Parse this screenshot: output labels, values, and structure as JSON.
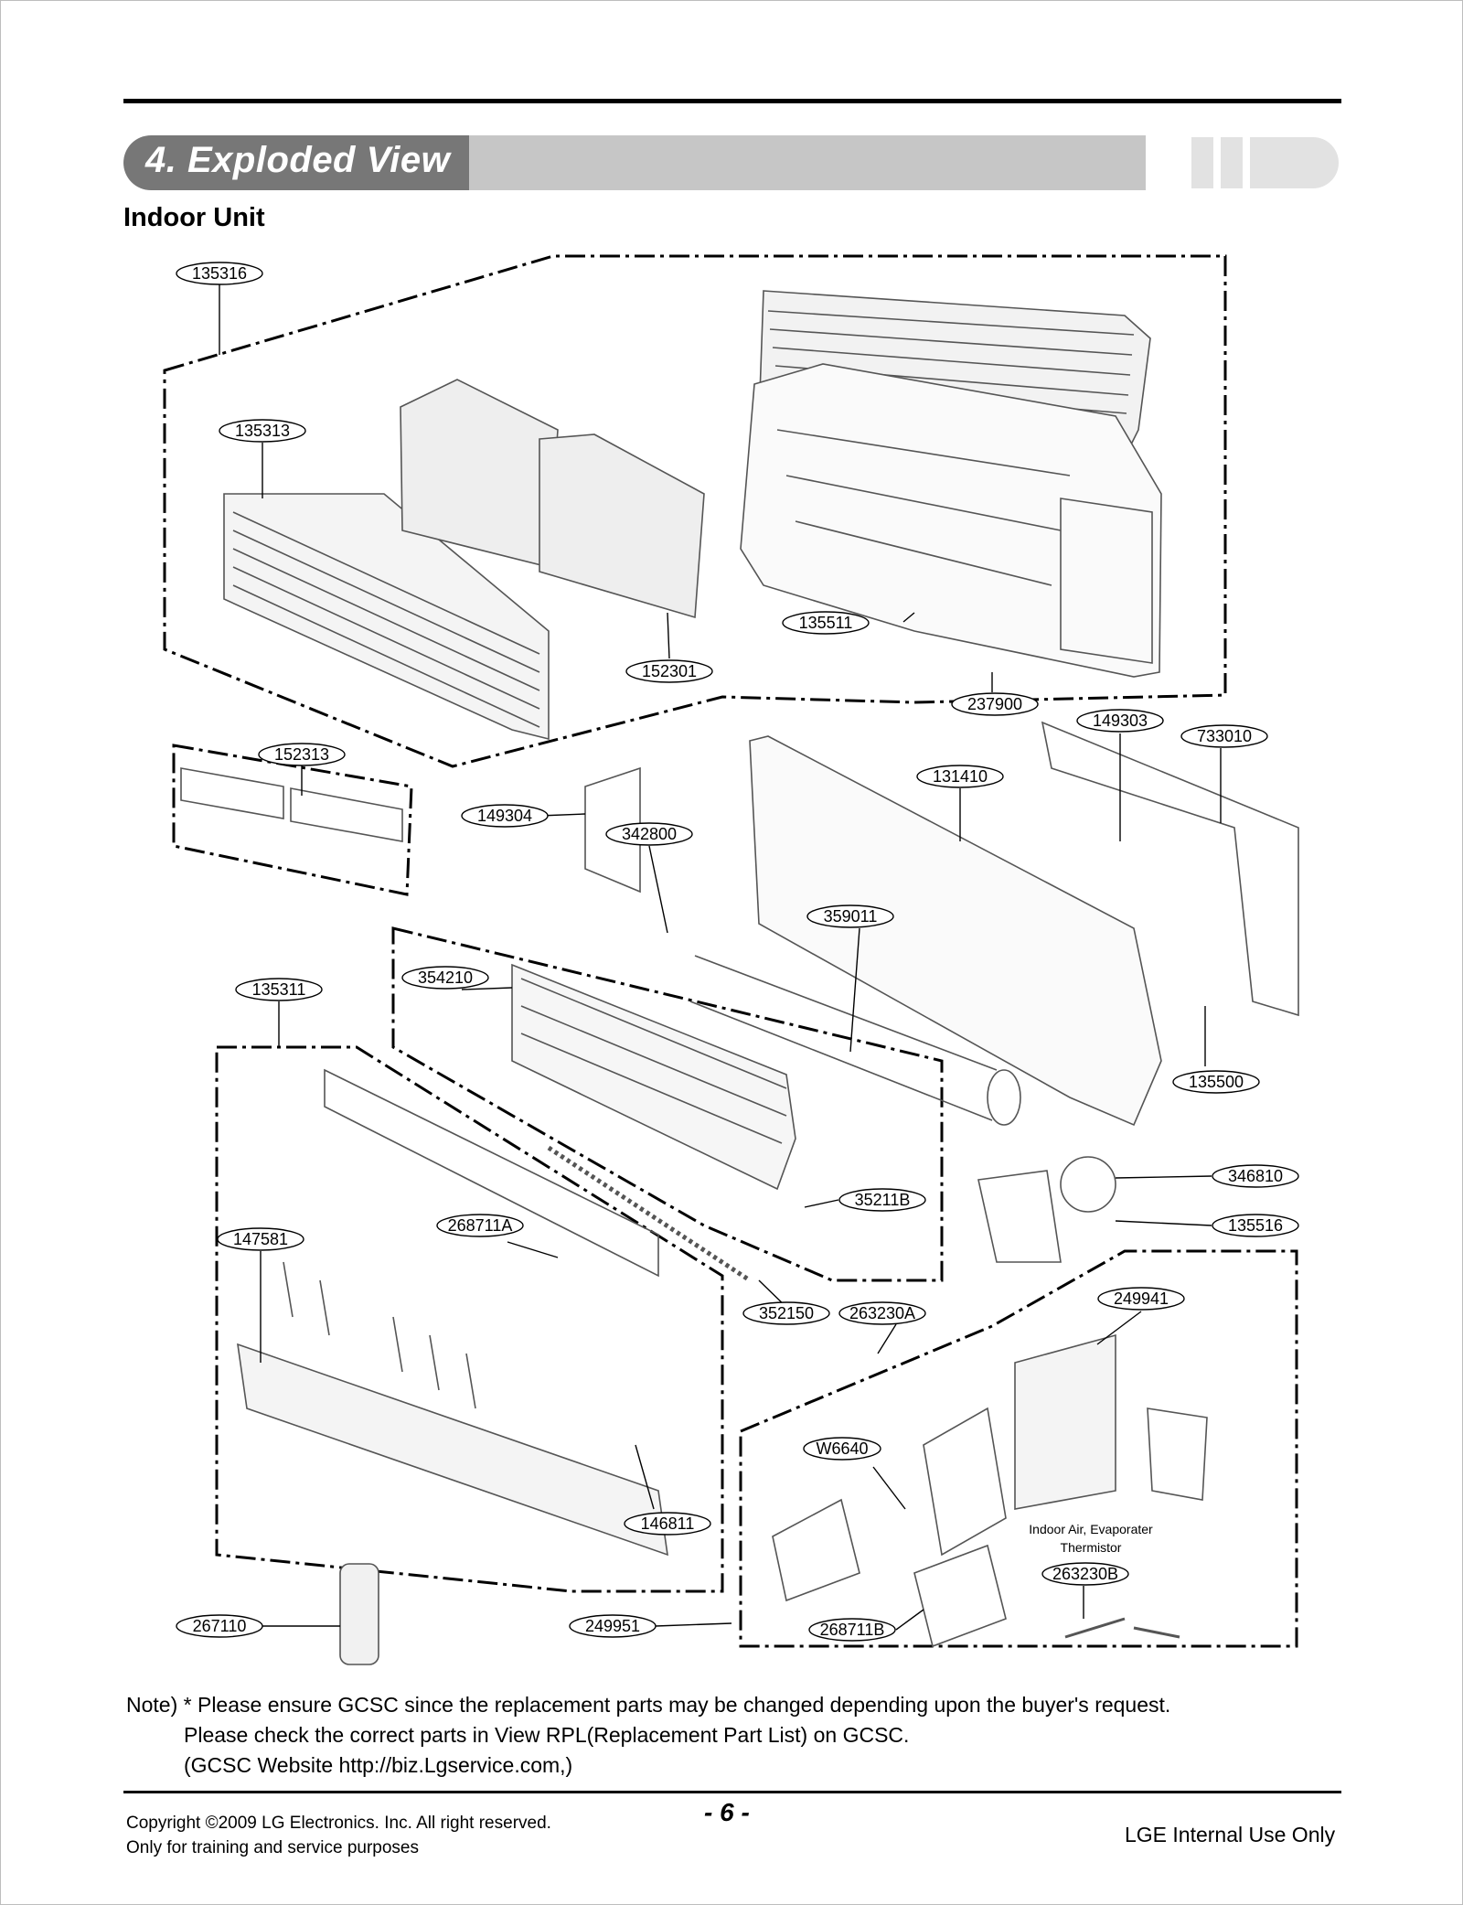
{
  "header": {
    "section_title": "4. Exploded View",
    "subtitle": "Indoor Unit"
  },
  "parts": [
    {
      "code": "135316"
    },
    {
      "code": "135313"
    },
    {
      "code": "152301"
    },
    {
      "code": "135511"
    },
    {
      "code": "237900"
    },
    {
      "code": "149303"
    },
    {
      "code": "733010"
    },
    {
      "code": "152313"
    },
    {
      "code": "149304"
    },
    {
      "code": "342800"
    },
    {
      "code": "131410"
    },
    {
      "code": "359011"
    },
    {
      "code": "135311"
    },
    {
      "code": "354210"
    },
    {
      "code": "135500"
    },
    {
      "code": "346810"
    },
    {
      "code": "35211B"
    },
    {
      "code": "135516"
    },
    {
      "code": "147581"
    },
    {
      "code": "268711A"
    },
    {
      "code": "352150"
    },
    {
      "code": "263230A"
    },
    {
      "code": "249941"
    },
    {
      "code": "W6640"
    },
    {
      "code": "146811"
    },
    {
      "code": "263230B"
    },
    {
      "code": "267110"
    },
    {
      "code": "249951"
    },
    {
      "code": "268711B"
    }
  ],
  "thermistor_label": {
    "line1": "Indoor Air, Evaporater",
    "line2": "Thermistor"
  },
  "note": {
    "prefix": "Note) * Please ensure GCSC since the replacement parts may be changed depending upon the buyer's request.",
    "line2": "Please check  the correct parts in View RPL(Replacement Part List) on GCSC.",
    "line3": "(GCSC Website  http://biz.Lgservice.com,)"
  },
  "footer": {
    "copyright": "Copyright ©2009 LG Electronics. Inc. All right reserved.",
    "training": "Only for training and service purposes",
    "page_number": "- 6 -",
    "internal": "LGE Internal Use Only"
  }
}
